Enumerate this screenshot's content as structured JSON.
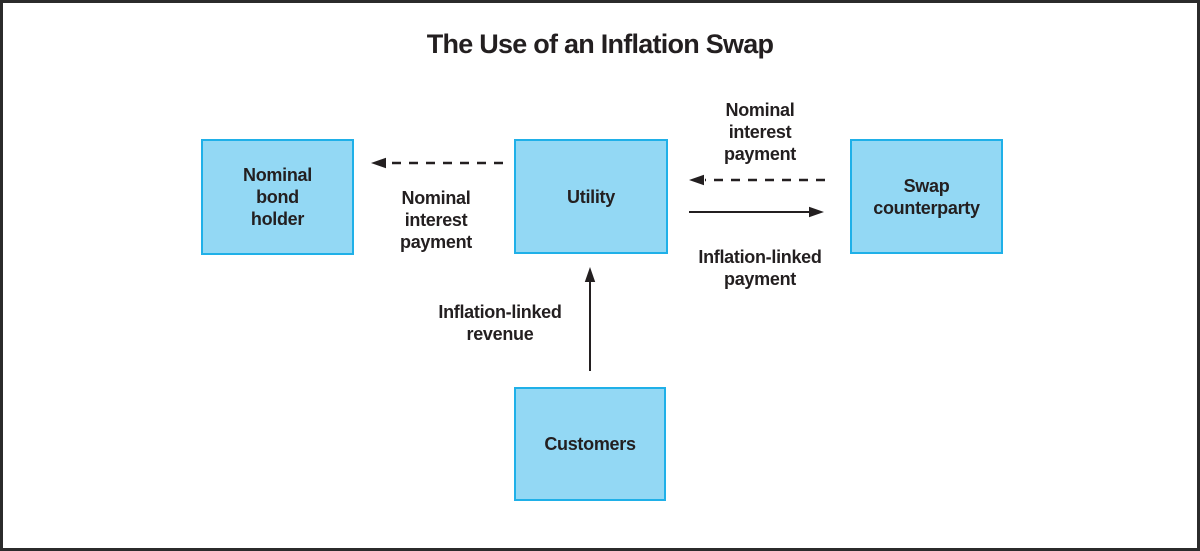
{
  "diagram": {
    "title": "The Use of an Inflation Swap",
    "colors": {
      "box_fill": "#93d8f4",
      "box_border": "#1fb0e8",
      "text": "#231f20",
      "arrow": "#231f20",
      "frame_border": "#2b2b2b",
      "background": "#ffffff"
    },
    "nodes": {
      "nominal_bond_holder": {
        "label": "Nominal\nbond\nholder"
      },
      "utility": {
        "label": "Utility"
      },
      "swap_counterparty": {
        "label": "Swap\ncounterparty"
      },
      "customers": {
        "label": "Customers"
      }
    },
    "edges": {
      "utility_to_bond_holder": {
        "label": "Nominal\ninterest\npayment",
        "style": "dashed",
        "from": "Utility",
        "to": "Nominal bond holder"
      },
      "swap_to_utility": {
        "label": "Nominal\ninterest\npayment",
        "style": "dashed",
        "from": "Swap counterparty",
        "to": "Utility"
      },
      "utility_to_swap": {
        "label": "Inflation-linked\npayment",
        "style": "solid",
        "from": "Utility",
        "to": "Swap counterparty"
      },
      "customers_to_utility": {
        "label": "Inflation-linked\nrevenue",
        "style": "solid",
        "from": "Customers",
        "to": "Utility"
      }
    }
  }
}
